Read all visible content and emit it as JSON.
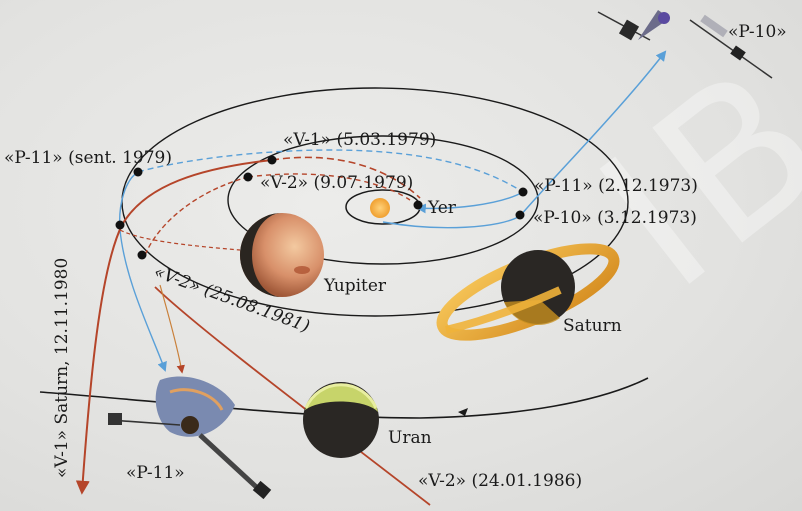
{
  "labels": {
    "p10_top": "«P-10»",
    "p11_sent": "«P-11» (sent. 1979)",
    "v1_date": "«V-1» (5.03.1979)",
    "v2_date": "«V-2» (9.07.1979)",
    "p11_dec": "«P-11» (2.12.1973)",
    "yer": "Yer",
    "p10_dec": "«P-10» (3.12.1973)",
    "yupiter": "Yupiter",
    "v2_aug": "«V-2» (25.08.1981)",
    "saturn": "Saturn",
    "v1_saturn": "«V-1» Saturn, 12.11.1980",
    "uran": "Uran",
    "p11_bottom": "«P-11»",
    "v2_jan": "«V-2» (24.01.1986)"
  },
  "watermark": "IB.U",
  "colors": {
    "orbit": "#1a1a1a",
    "voyager_path": "#b5452a",
    "pioneer_path": "#5aa0d8",
    "background": "#e4e4e2"
  }
}
